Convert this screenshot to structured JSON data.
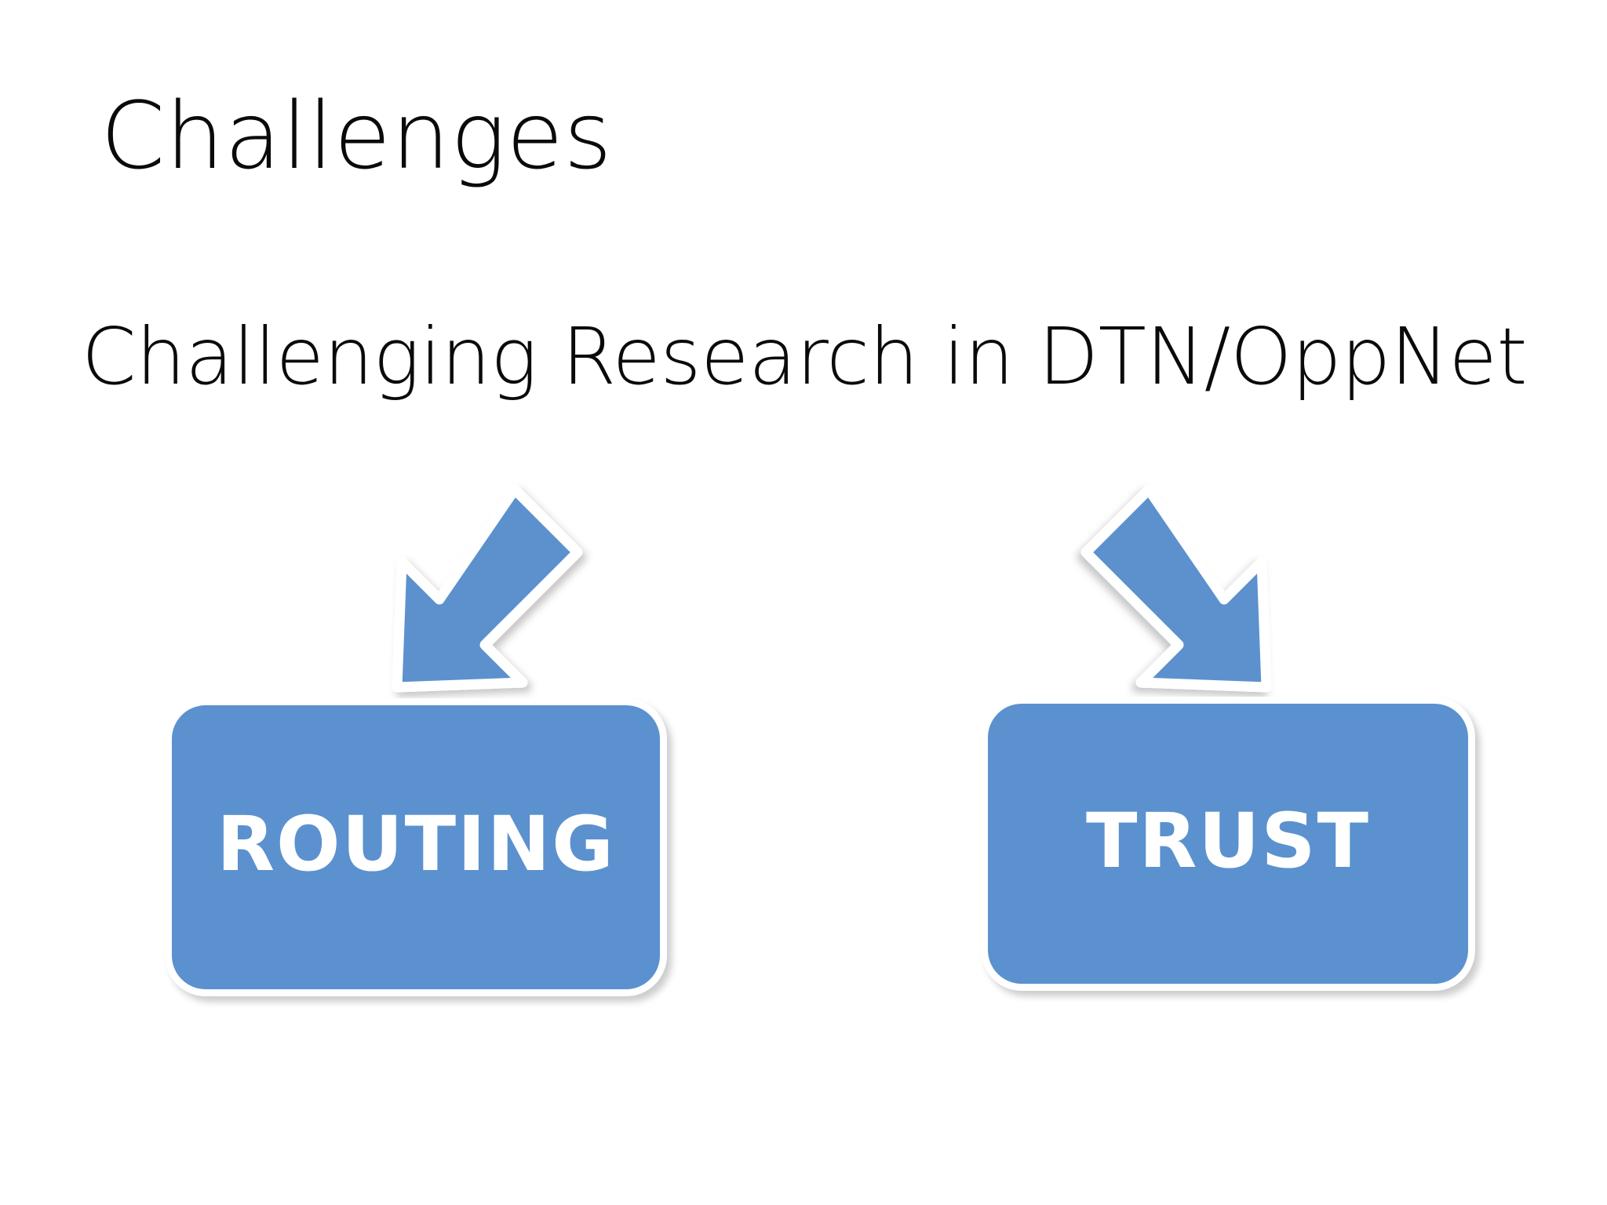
{
  "slide": {
    "title": "Challenges",
    "subtitle": "Challenging Research in DTN/OppNet",
    "background_color": "#FFFFFF",
    "text_color": "#0A0A0A",
    "accent_color": "#5B91CE",
    "outline_color": "#FFFFFF"
  },
  "concepts": [
    {
      "label": "ROUTING",
      "arrow_icon": "arrow-down-left-icon",
      "arrow_direction": "down-left",
      "box_fill": "#5B91CE",
      "label_color": "#FFFFFF"
    },
    {
      "label": "TRUST",
      "arrow_icon": "arrow-down-right-icon",
      "arrow_direction": "down-right",
      "box_fill": "#5B91CE",
      "label_color": "#FFFFFF"
    }
  ]
}
